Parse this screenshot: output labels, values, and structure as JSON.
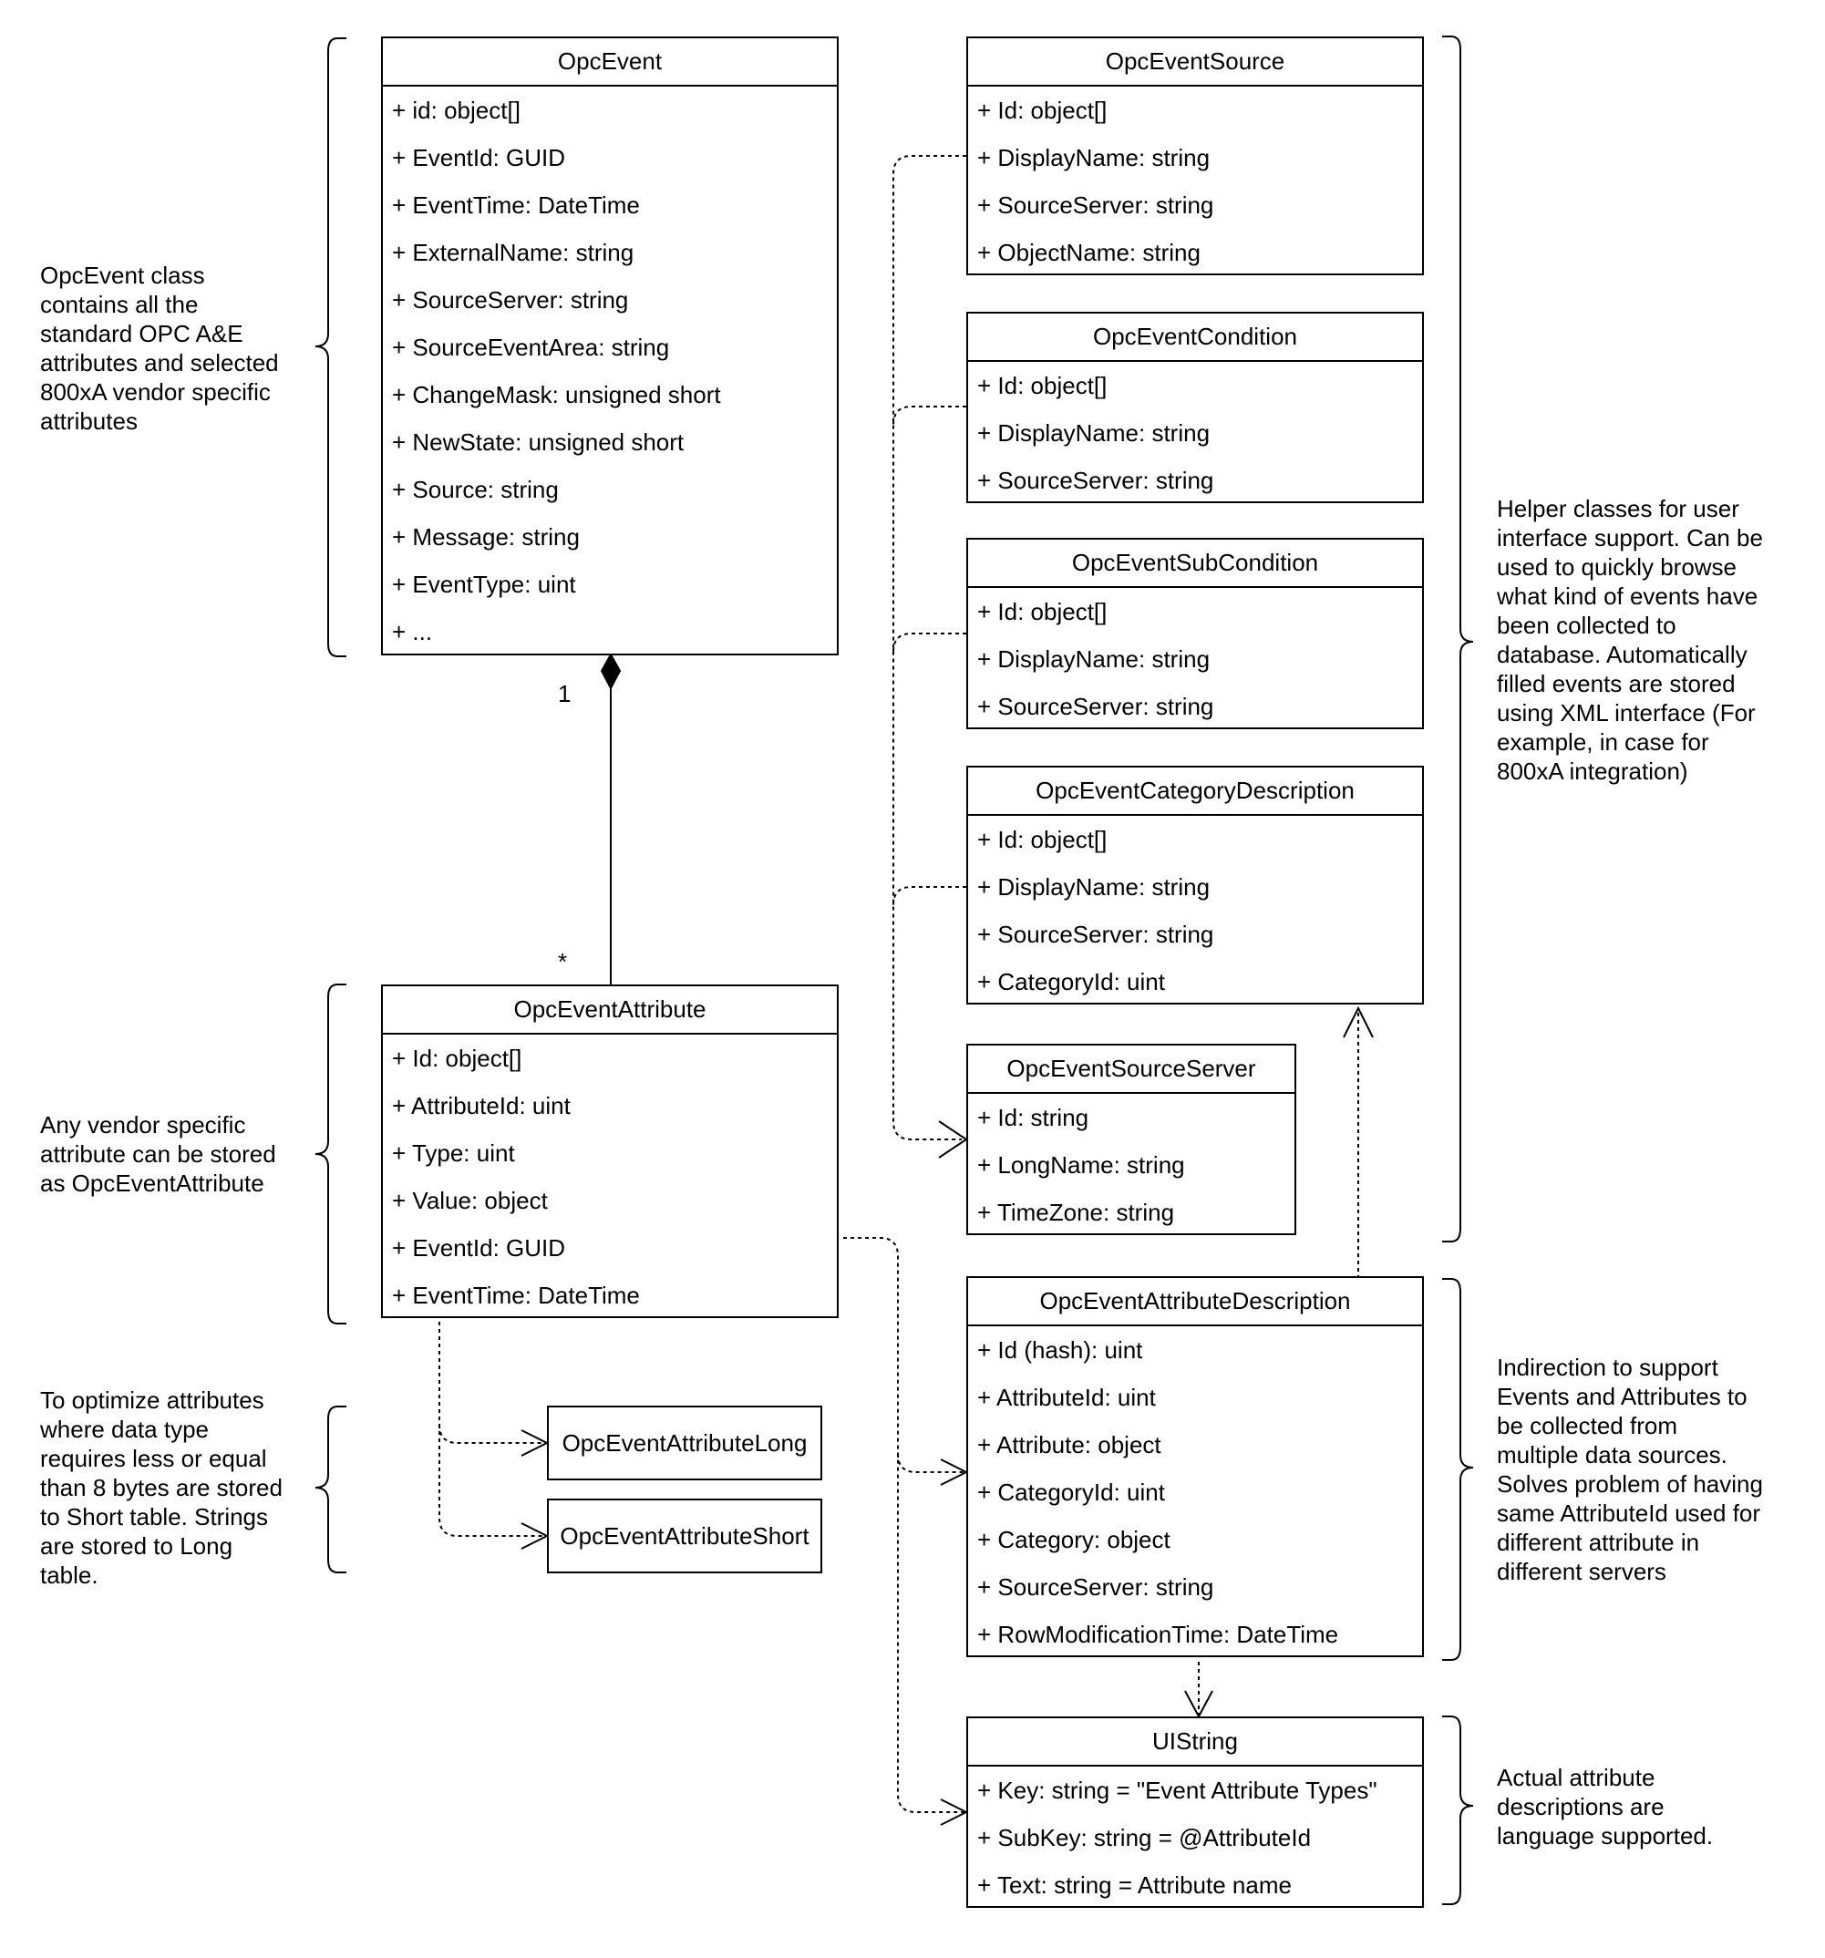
{
  "classes": {
    "opc_event": {
      "name": "OpcEvent",
      "attributes": [
        "+ id: object[]",
        "+ EventId: GUID",
        "+ EventTime: DateTime",
        "+ ExternalName: string",
        "+ SourceServer: string",
        "+ SourceEventArea: string",
        "+ ChangeMask: unsigned short",
        "+ NewState: unsigned short",
        "+ Source: string",
        "+ Message: string",
        "+ EventType: uint",
        "+ ..."
      ]
    },
    "opc_event_attribute": {
      "name": "OpcEventAttribute",
      "attributes": [
        "+ Id: object[]",
        "+ AttributeId: uint",
        "+ Type: uint",
        "+ Value: object",
        "+ EventId: GUID",
        "+ EventTime: DateTime"
      ]
    },
    "opc_event_source": {
      "name": "OpcEventSource",
      "attributes": [
        "+ Id: object[]",
        "+ DisplayName: string",
        "+ SourceServer: string",
        "+ ObjectName: string"
      ]
    },
    "opc_event_condition": {
      "name": "OpcEventCondition",
      "attributes": [
        "+ Id: object[]",
        "+ DisplayName: string",
        "+ SourceServer: string"
      ]
    },
    "opc_event_subcondition": {
      "name": "OpcEventSubCondition",
      "attributes": [
        "+ Id: object[]",
        "+ DisplayName: string",
        "+ SourceServer: string"
      ]
    },
    "opc_event_category_description": {
      "name": "OpcEventCategoryDescription",
      "attributes": [
        "+ Id: object[]",
        "+ DisplayName: string",
        "+ SourceServer: string",
        "+ CategoryId: uint"
      ]
    },
    "opc_event_source_server": {
      "name": "OpcEventSourceServer",
      "attributes": [
        "+ Id: string",
        "+ LongName: string",
        "+ TimeZone: string"
      ]
    },
    "opc_event_attribute_description": {
      "name": "OpcEventAttributeDescription",
      "attributes": [
        "+ Id (hash): uint",
        "+ AttributeId: uint",
        "+ Attribute: object",
        "+ CategoryId: uint",
        "+ Category: object",
        "+ SourceServer: string",
        "+ RowModificationTime: DateTime"
      ]
    },
    "ui_string": {
      "name": "UIString",
      "attributes": [
        "+ Key: string = \"Event Attribute Types\"",
        "+ SubKey: string = @AttributeId",
        "+ Text: string = Attribute name"
      ]
    }
  },
  "boxes": {
    "attribute_long": "OpcEventAttributeLong",
    "attribute_short": "OpcEventAttributeShort"
  },
  "multiplicity": {
    "one": "1",
    "many": "*"
  },
  "notes": {
    "opc_event": "OpcEvent class\ncontains all the\nstandard OPC A&E\nattributes and selected\n800xA vendor specific\nattributes",
    "vendor_attribute": "Any vendor specific\nattribute can be stored\nas OpcEventAttribute",
    "optimize": "To optimize attributes\nwhere data type\nrequires less or equal\nthan 8 bytes are stored\nto Short table. Strings\nare stored to Long\ntable.",
    "helper": "Helper classes for user\ninterface support. Can be\nused to quickly browse\nwhat kind of events have\nbeen collected to\ndatabase. Automatically\nfilled events are stored\nusing XML interface (For\nexample, in case for\n800xA integration)",
    "indirection": "Indirection to support\nEvents and Attributes to\nbe collected from\nmultiple data sources.\nSolves problem of having\nsame AttributeId used for\ndifferent attribute in\ndifferent servers",
    "language": "Actual attribute\ndescriptions are\nlanguage supported."
  }
}
